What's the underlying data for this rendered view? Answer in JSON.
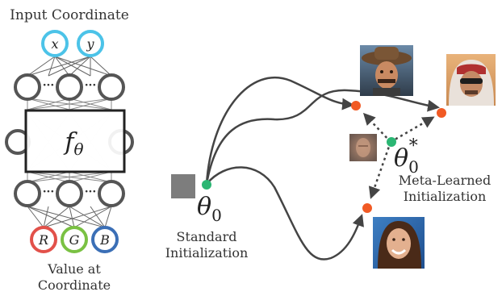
{
  "network": {
    "input_label": "Input Coordinate",
    "input_nodes": [
      "x",
      "y"
    ],
    "function_label_base": "f",
    "function_label_sub": "θ",
    "ellipsis": "···",
    "output_nodes": [
      {
        "label": "R",
        "color": "#e2514a"
      },
      {
        "label": "G",
        "color": "#7ac143"
      },
      {
        "label": "B",
        "color": "#3b6fb6"
      }
    ],
    "output_label_line1": "Value at",
    "output_label_line2": "Coordinate",
    "input_node_color": "#4cc3e8",
    "hidden_node_color": "#555555"
  },
  "optimization": {
    "standard_symbol": "θ",
    "standard_sub": "0",
    "standard_label_line1": "Standard",
    "standard_label_line2": "Initialization",
    "meta_symbol": "θ",
    "meta_sub": "0",
    "meta_sup": "*",
    "meta_label_line1": "Meta-Learned",
    "meta_label_line2": "Initialization",
    "init_point_color": "#2bb673",
    "target_point_color": "#f15a24",
    "path_color": "#444444"
  },
  "images": [
    {
      "name": "portrait-cowboy",
      "description": "man with hat and mustache"
    },
    {
      "name": "portrait-keffiyeh",
      "description": "man with sunglasses and headscarf"
    },
    {
      "name": "portrait-woman",
      "description": "smiling woman"
    },
    {
      "name": "portrait-blurred",
      "description": "blurry average face"
    },
    {
      "name": "gray-noise-square",
      "description": "gray square"
    }
  ]
}
